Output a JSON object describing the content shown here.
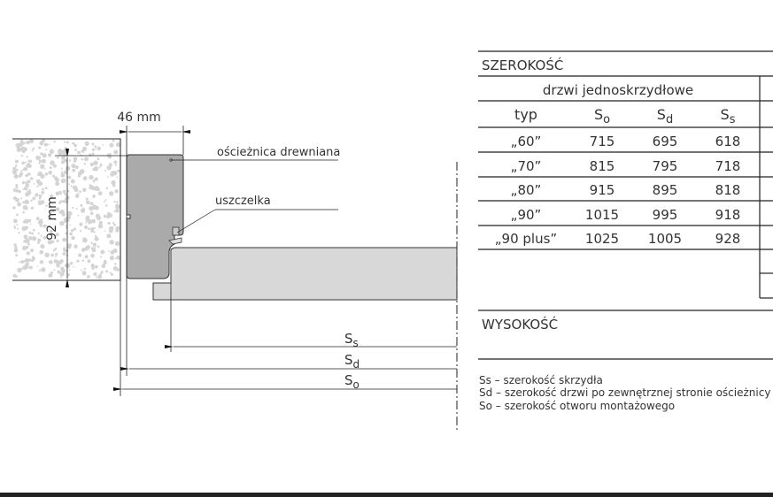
{
  "drawing": {
    "width_dim": "46 mm",
    "height_dim": "92 mm",
    "label_frame": "ościeżnica drewniana",
    "label_seal": "uszczelka",
    "dims": [
      {
        "main": "S",
        "sub": "s"
      },
      {
        "main": "S",
        "sub": "d"
      },
      {
        "main": "S",
        "sub": "o"
      }
    ]
  },
  "table": {
    "section_width": "SZEROKOŚĆ",
    "group_header": "drzwi jednoskrzydłowe",
    "columns": [
      {
        "main": "typ",
        "sub": ""
      },
      {
        "main": "S",
        "sub": "o"
      },
      {
        "main": "S",
        "sub": "d"
      },
      {
        "main": "S",
        "sub": "s"
      }
    ],
    "rows": [
      [
        "„60”",
        "715",
        "695",
        "618"
      ],
      [
        "„70”",
        "815",
        "795",
        "718"
      ],
      [
        "„80”",
        "915",
        "895",
        "818"
      ],
      [
        "„90”",
        "1015",
        "995",
        "918"
      ],
      [
        "„90 plus”",
        "1025",
        "1005",
        "928"
      ]
    ],
    "section_height": "WYSOKOŚĆ"
  },
  "legend": [
    "Ss – szerokość skrzydła",
    "Sd – szerokość drzwi po zewnętrznej stronie ościeżnicy",
    "So – szerokość otworu montażowego"
  ]
}
